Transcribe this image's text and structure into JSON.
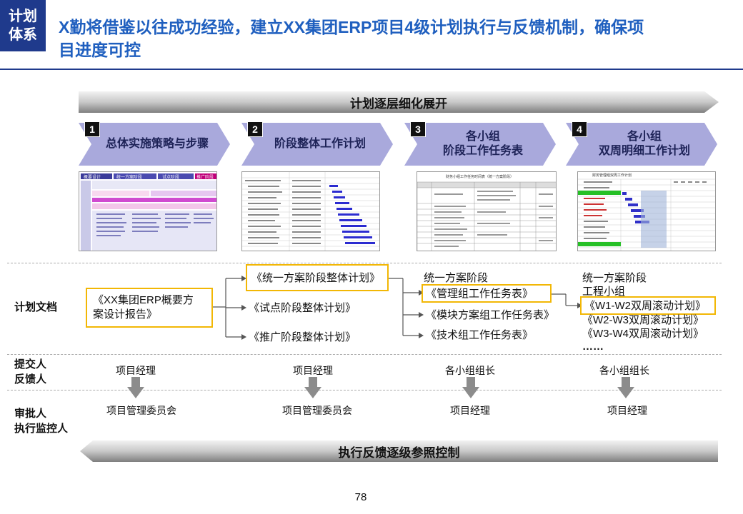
{
  "header": {
    "badge_line1": "计划",
    "badge_line2": "体系",
    "title": "X勤将借鉴以往成功经验，建立XX集团ERP项目4级计划执行与反馈机制，确保项目进度可控"
  },
  "top_bar": "计划逐层细化展开",
  "bottom_bar": "执行反馈逐级参照控制",
  "stages": [
    {
      "num": "1",
      "label": "总体实施策略与步骤"
    },
    {
      "num": "2",
      "label": "阶段整体工作计划"
    },
    {
      "num": "3",
      "label": "各小组\n阶段工作任务表"
    },
    {
      "num": "4",
      "label": "各小组\n双周明细工作计划"
    }
  ],
  "thumb_texts": {
    "t1_a": "概要设计",
    "t1_b": "统一方案阶段",
    "t1_c": "试点阶段",
    "t1_d": "推广阶段",
    "t3_title": "财务小组工作任务时间表（统一方案阶段）",
    "t4_title": "财务管理组双周工作计划"
  },
  "row_labels": {
    "docs": "计划文档",
    "submitter": "提交人\n反馈人",
    "approver": "审批人\n执行监控人"
  },
  "docs": {
    "col1": "《XX集团ERP概要方\n案设计报告》",
    "col2": [
      "《统一方案阶段整体计划》",
      "《试点阶段整体计划》",
      "《推广阶段整体计划》"
    ],
    "col3_heading": "统一方案阶段",
    "col3": [
      "《管理组工作任务表》",
      "《模块方案组工作任务表》",
      "《技术组工作任务表》"
    ],
    "col4_heading1": "统一方案阶段",
    "col4_heading2": "工程小组",
    "col4": [
      "《W1-W2双周滚动计划》",
      "《W2-W3双周滚动计划》",
      "《W3-W4双周滚动计划》"
    ],
    "col4_more": "……"
  },
  "submitters": [
    "项目经理",
    "项目经理",
    "各小组组长",
    "各小组组长"
  ],
  "approvers": [
    "项目管理委员会",
    "项目管理委员会",
    "项目经理",
    "项目经理"
  ],
  "page_number": "78",
  "colors": {
    "navy": "#1f3a8c",
    "title_blue": "#1f5fbf",
    "chevron": "#a9a9dc",
    "highlight": "#f2b705",
    "bar_gray": "#8c8c8c"
  }
}
